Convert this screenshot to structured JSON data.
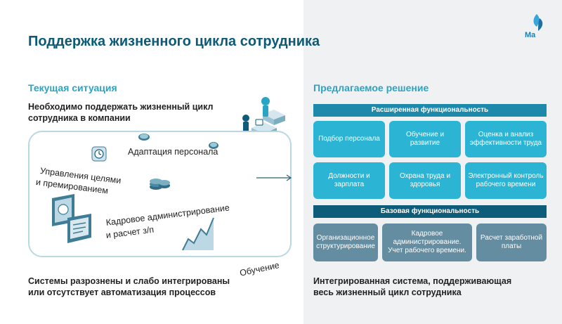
{
  "title": "Поддержка жизненного цикла сотрудника",
  "logo_text": "Ma",
  "left": {
    "heading": "Текущая ситуация",
    "intro": "Необходимо поддержать  жизненный цикл сотрудника в компании",
    "labels": {
      "adaptation": "Адаптация персонала",
      "goals_line1": "Управления целями",
      "goals_line2": "и премированием",
      "hr_line1": "Кадровое администрирование",
      "hr_line2": "и расчет з/п",
      "training": "Обучение"
    },
    "bottom": "Системы разрознены и слабо интегрированы или отсутствует автоматизация процессов"
  },
  "right": {
    "heading": "Предлагаемое  решение",
    "extended_title": "Расширенная функциональность",
    "extended_cards": [
      "Подбор персонала",
      "Обучение и развитие",
      "Оценка и анализ эффективности труда",
      "Должности и зарплата",
      "Охрана труда и здоровья",
      "Электронный контроль рабочего времени"
    ],
    "base_title": "Базовая функциональность",
    "base_cards": [
      "Организационное структурирование",
      "Кадровое администрирование.  Учет рабочего времени.",
      "Расчет заработной платы"
    ],
    "bottom": "Интегрированная  система, поддерживающая весь жизненный цикл сотрудника"
  },
  "colors": {
    "title": "#0a5a78",
    "heading": "#2ba4c4",
    "ext_bar": "#1e8aab",
    "ext_card": "#2bb4d4",
    "base_bar": "#0d5c79",
    "base_card": "#648da1",
    "panel_bg": "#f0f1f3"
  },
  "icons": [
    "logo-icon",
    "people-stairs-icon",
    "clock-icon",
    "coin-icon",
    "coin-stack-icon",
    "monitor-icon",
    "chart-icon",
    "arrow-icon"
  ]
}
